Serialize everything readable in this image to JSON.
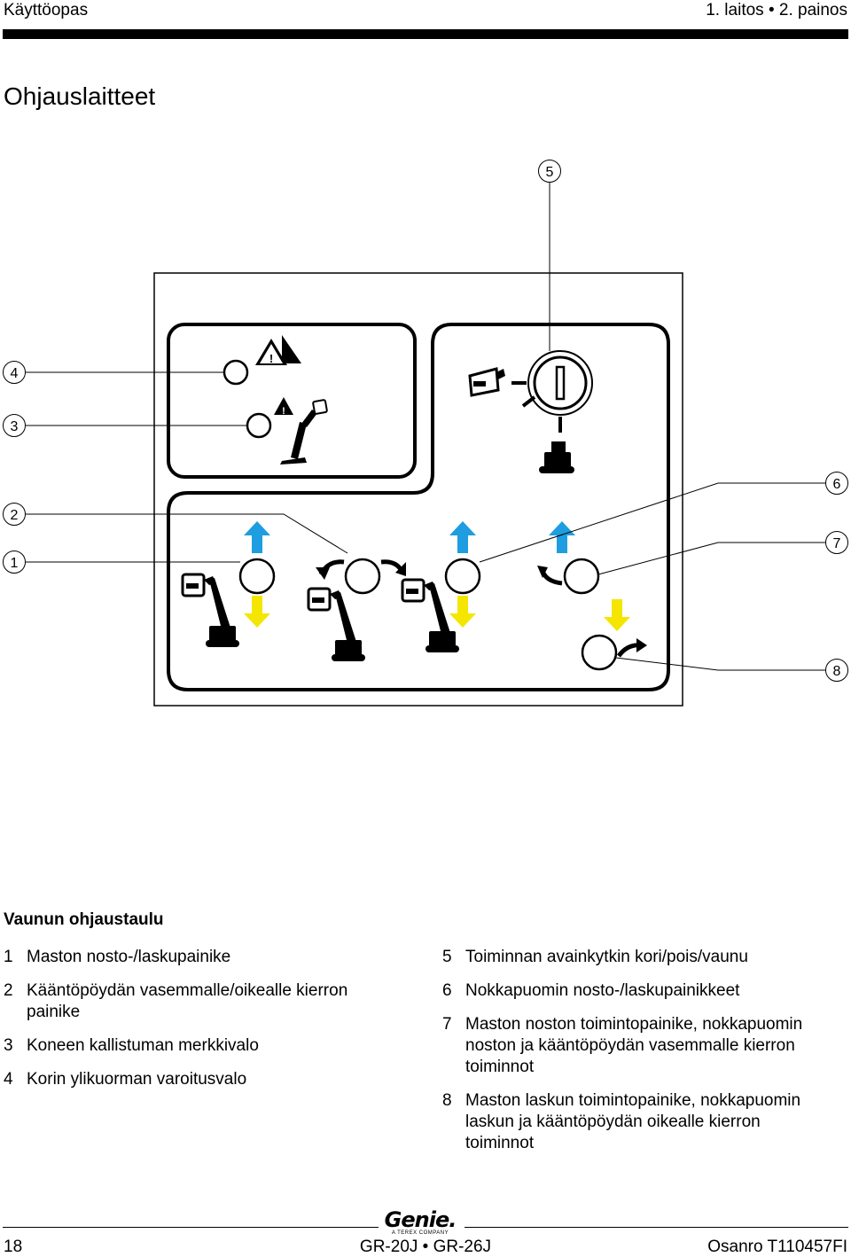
{
  "header": {
    "left": "Käyttöopas",
    "right": "1. laitos • 2. painos"
  },
  "page_title": "Ohjauslaitteet",
  "figure": {
    "callouts": [
      "1",
      "2",
      "3",
      "4",
      "5",
      "6",
      "7",
      "8"
    ],
    "colors": {
      "up_arrow": "#1e9de0",
      "down_arrow": "#f4e600",
      "panel_stroke": "#000000"
    }
  },
  "section_title": "Vaunun ohjaustaulu",
  "legend_left": [
    {
      "num": "1",
      "text": "Maston nosto-/laskupainike"
    },
    {
      "num": "2",
      "text": "Kääntöpöydän vasemmalle/oikealle kierron painike"
    },
    {
      "num": "3",
      "text": "Koneen kallistuman merkkivalo"
    },
    {
      "num": "4",
      "text": "Korin ylikuorman varoitusvalo"
    }
  ],
  "legend_right": [
    {
      "num": "5",
      "text": "Toiminnan avainkytkin kori/pois/vaunu"
    },
    {
      "num": "6",
      "text": "Nokkapuomin nosto-/laskupainikkeet"
    },
    {
      "num": "7",
      "text": "Maston noston toimintopainike, nokkapuomin noston ja kääntöpöydän vasemmalle kierron toiminnot"
    },
    {
      "num": "8",
      "text": "Maston laskun toimintopainike, nokkapuomin laskun ja kääntöpöydän oikealle kierron toiminnot"
    }
  ],
  "footer": {
    "logo_text": "Genie.",
    "logo_sub": "A TEREX COMPANY",
    "page_number": "18",
    "model": "GR-20J • GR-26J",
    "part_number": "Osanro  T110457FI"
  }
}
